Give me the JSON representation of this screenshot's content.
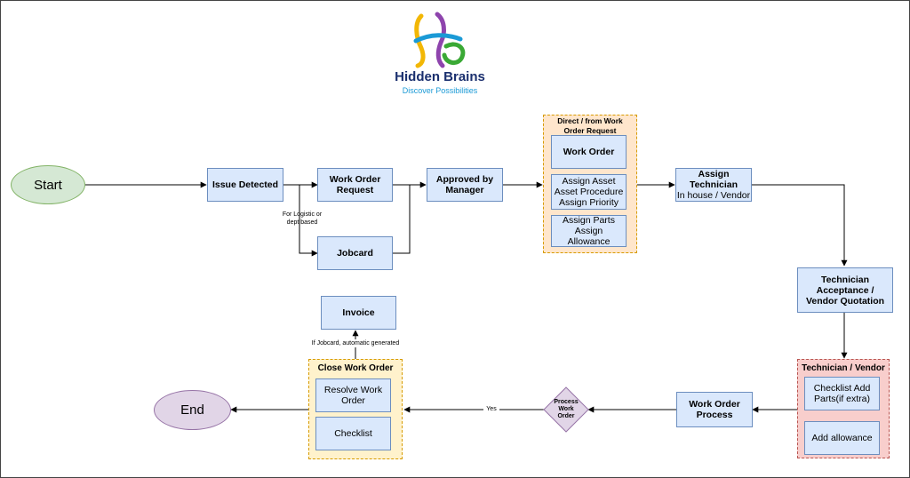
{
  "logo": {
    "name": "Hidden Brains",
    "tagline": "Discover Possibilities"
  },
  "nodes": {
    "start": "Start",
    "end": "End",
    "issue_detected": "Issue Detected",
    "work_order_request": "Work Order Request",
    "jobcard": "Jobcard",
    "approved_by_manager": "Approved by Manager",
    "direct_group_title": "Direct / from Work Order Request",
    "work_order": "Work Order",
    "assign_asset": "Assign Asset Asset Procedure Assign Priority",
    "assign_parts": "Assign Parts Assign Allowance",
    "assign_technician_title": "Assign Technician",
    "assign_technician_sub": "In house / Vendor",
    "technician_acceptance": "Technician Acceptance / Vendor Quotation",
    "technician_vendor_title": "Technician / Vendor",
    "checklist_add_parts": "Checklist Add Parts(if extra)",
    "add_allowance": "Add allowance",
    "work_order_process": "Work Order Process",
    "process_work_order": "Process Work Order",
    "close_work_order_title": "Close Work Order",
    "resolve_work_order": "Resolve Work Order",
    "checklist": "Checklist",
    "invoice": "Invoice"
  },
  "edge_labels": {
    "for_logistic": "For Logistic or dept based",
    "yes": "Yes",
    "if_jobcard": "If Jobcard, automatic generated"
  },
  "colors": {
    "box_fill": "#dae8fc",
    "box_stroke": "#6c8ebf",
    "start_fill": "#d5e8d4",
    "start_stroke": "#82b366",
    "end_fill": "#e1d5e7",
    "end_stroke": "#9673a6",
    "group_orange_fill": "#ffe6cc",
    "group_yellow_fill": "#fff2cc",
    "group_red_fill": "#f8cecc",
    "logo_blue": "#1a2f6e",
    "logo_tagline": "#1b9ad6"
  }
}
